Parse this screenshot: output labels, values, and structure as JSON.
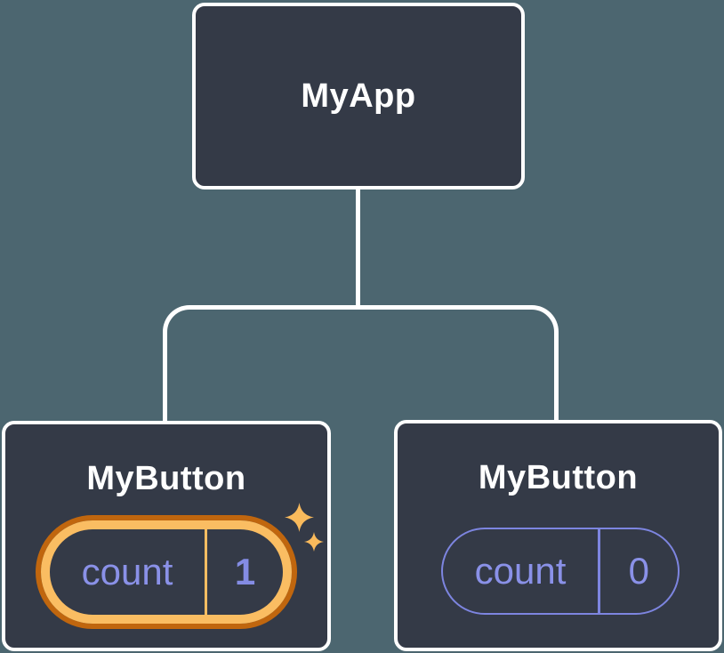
{
  "diagram_type": "component-tree",
  "colors": {
    "background": "#4C6670",
    "node_fill": "#343A47",
    "node_border": "#FFFFFF",
    "connector": "#FFFFFF",
    "label_text": "#FFFFFF",
    "state_text": "#8A91E8",
    "state_value_highlighted": "#848CE4",
    "pill_border_default": "#7D85E0",
    "highlight_ring_outer": "#C0660E",
    "highlight_ring_inner": "#FABD62",
    "sparkle": "#F9BA5C"
  },
  "tree": {
    "root": {
      "label": "MyApp"
    },
    "children": [
      {
        "label": "MyButton",
        "state_key": "count",
        "state_value": "1",
        "highlighted": true,
        "icon": "sparkles-icon"
      },
      {
        "label": "MyButton",
        "state_key": "count",
        "state_value": "0",
        "highlighted": false
      }
    ]
  }
}
